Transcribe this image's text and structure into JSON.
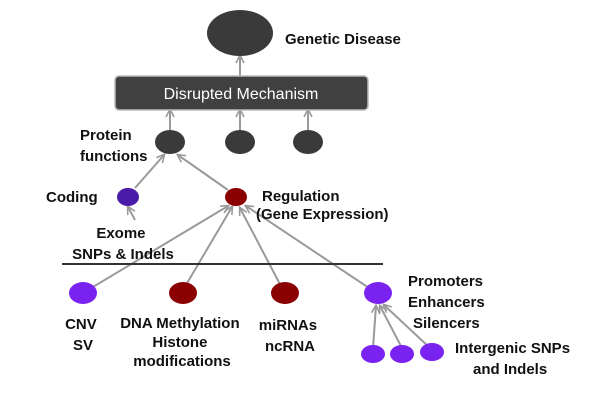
{
  "colors": {
    "dark_node": "#3a3a3a",
    "red_node": "#8b0000",
    "purple_node": "#7a22f0",
    "coding_node": "#4a1aa8",
    "edge": "#9a9a9a",
    "mechanism_box": "#404040"
  },
  "nodes": {
    "genetic_disease": "Genetic Disease",
    "disrupted_mechanism": "Disrupted Mechanism",
    "protein_functions": [
      "Protein",
      "functions"
    ],
    "coding": "Coding",
    "regulation": [
      "Regulation",
      "(Gene Expression)"
    ],
    "exome": [
      "Exome",
      "SNPs & Indels"
    ],
    "cnv": [
      "CNV",
      "SV"
    ],
    "dna_methylation": [
      "DNA Methylation",
      "Histone",
      "modifications"
    ],
    "mirnas": [
      "miRNAs",
      "ncRNA"
    ],
    "promoters": [
      "Promoters",
      "Enhancers",
      "Silencers"
    ],
    "intergenic": [
      "Intergenic SNPs",
      "and Indels"
    ]
  }
}
